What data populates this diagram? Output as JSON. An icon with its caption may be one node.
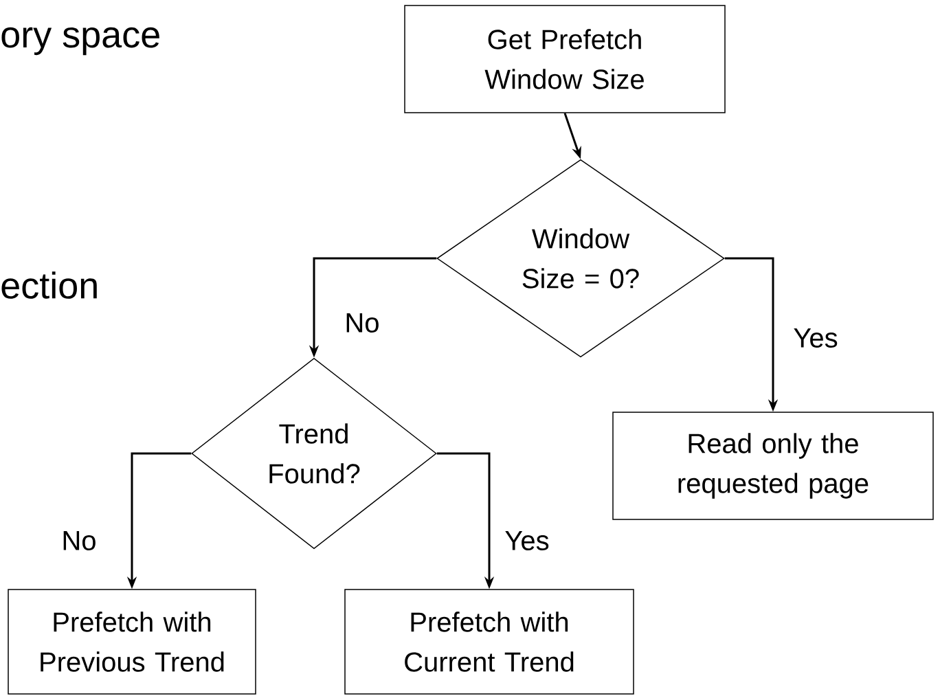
{
  "diagram": {
    "nodes": [
      {
        "text": [
          "Get Prefetch Window Size"
        ]
      },
      {
        "text": [
          "Window Size = 0?"
        ]
      },
      {
        "text": [
          "Trend Found?"
        ]
      },
      {
        "text": [
          "Read only the requested page"
        ]
      },
      {
        "text": [
          "Prefetch with Previous Trend"
        ]
      },
      {
        "text": [
          "Prefetch with Current Trend"
        ]
      }
    ],
    "edges": [
      {
        "from": 0,
        "to": 1,
        "arrow": "to"
      },
      {
        "from": 1,
        "to": 2,
        "arrow": "to",
        "label": "No"
      },
      {
        "from": 1,
        "to": 3,
        "arrow": "to",
        "label": "Yes"
      },
      {
        "from": 2,
        "to": 4,
        "arrow": "to",
        "label": "No"
      },
      {
        "from": 2,
        "to": 5,
        "arrow": "to",
        "label": "Yes"
      }
    ],
    "labels": [
      "ory space",
      "ection"
    ]
  }
}
